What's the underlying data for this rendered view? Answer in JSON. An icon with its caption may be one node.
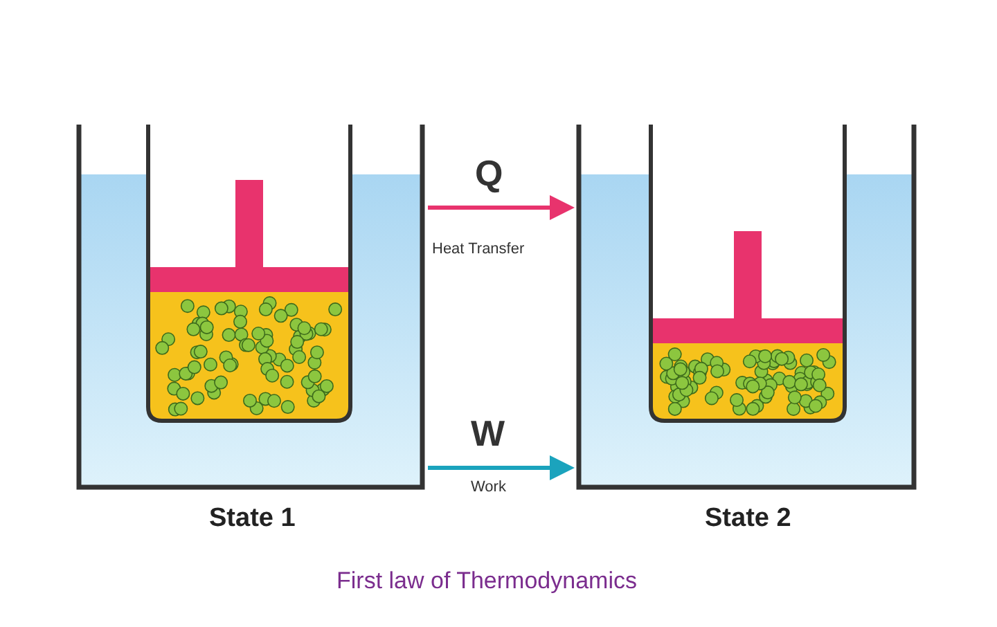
{
  "diagram": {
    "caption": "First law of Thermodynamics",
    "nodes": [
      {
        "text": [
          "State 1"
        ]
      },
      {
        "text": [
          "State 2"
        ]
      }
    ],
    "edges": [
      {
        "from": 0,
        "to": 1,
        "arrow": "to",
        "label": "Q",
        "color": "#e8336d"
      },
      {
        "from": 0,
        "to": 1,
        "arrow": "to",
        "label": "W",
        "color": "#1ba3bd"
      }
    ],
    "labels": [
      "Heat Transfer",
      "Work"
    ]
  }
}
